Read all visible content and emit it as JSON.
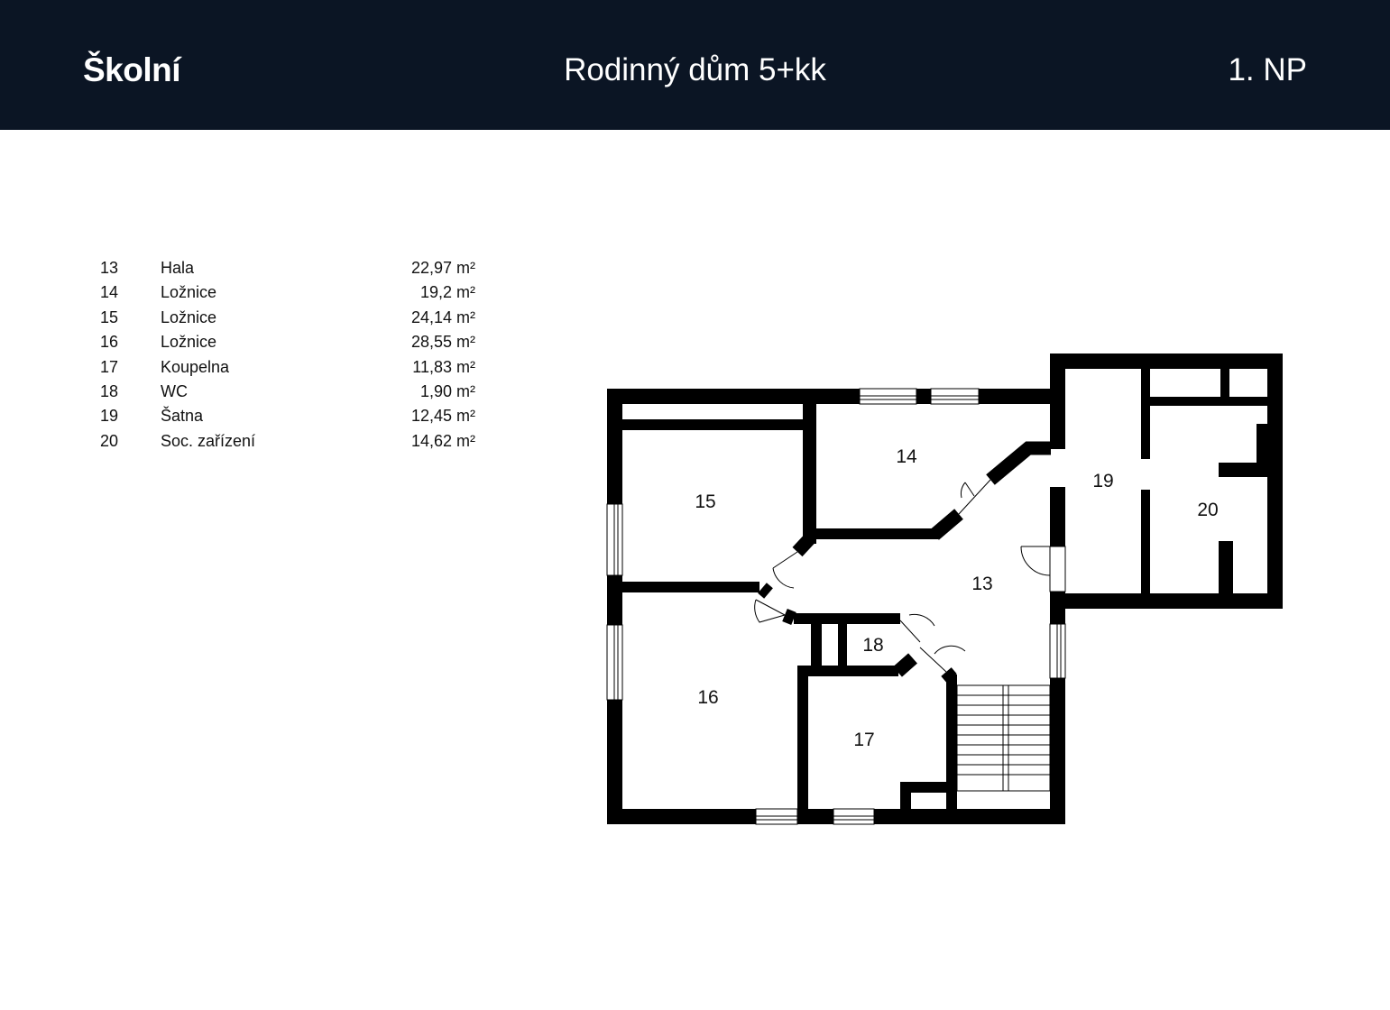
{
  "header": {
    "brand": "Školní",
    "title": "Rodinný dům 5+kk",
    "floor": "1. NP"
  },
  "rooms": [
    {
      "number": "13",
      "name": "Hala",
      "area": "22,97",
      "unit": "m²"
    },
    {
      "number": "14",
      "name": "Ložnice",
      "area": "19,2",
      "unit": "m²"
    },
    {
      "number": "15",
      "name": "Ložnice",
      "area": "24,14",
      "unit": "m²"
    },
    {
      "number": "16",
      "name": "Ložnice",
      "area": "28,55",
      "unit": "m²"
    },
    {
      "number": "17",
      "name": "Koupelna",
      "area": "11,83",
      "unit": "m²"
    },
    {
      "number": "18",
      "name": "WC",
      "area": "1,90",
      "unit": "m²"
    },
    {
      "number": "19",
      "name": "Šatna",
      "area": "12,45",
      "unit": "m²"
    },
    {
      "number": "20",
      "name": "Soc. zařízení",
      "area": "14,62",
      "unit": "m²"
    }
  ],
  "plan_labels": [
    "13",
    "14",
    "15",
    "16",
    "17",
    "18",
    "19",
    "20"
  ],
  "colors": {
    "header_bg": "#0b1524",
    "header_text": "#ffffff",
    "wall": "#000000",
    "text": "#111111"
  }
}
